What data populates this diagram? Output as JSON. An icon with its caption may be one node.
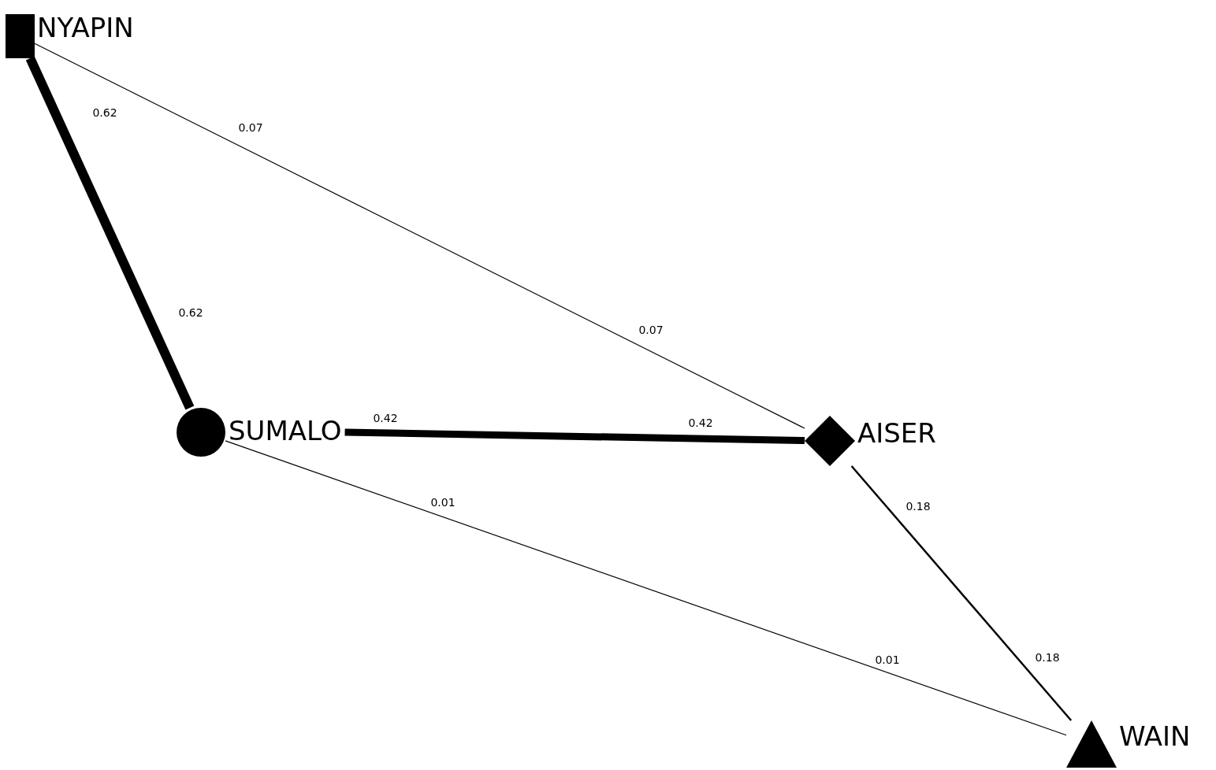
{
  "diagram": {
    "nodes": [
      {
        "text": [],
        "shape": "box",
        "beside": [
          "NYAPIN"
        ]
      },
      {
        "text": [],
        "shape": "circle",
        "beside": [
          "SUMALO"
        ]
      },
      {
        "text": [],
        "shape": "diamond",
        "beside": [
          "AISER"
        ]
      },
      {
        "text": [],
        "shape": "triangle",
        "beside": [
          "WAIN"
        ]
      }
    ],
    "edges": [
      {
        "from": 0,
        "to": 1,
        "arrow": "none",
        "label": "0.62",
        "style": "thick"
      },
      {
        "from": 0,
        "to": 2,
        "arrow": "none",
        "label": "0.07"
      },
      {
        "from": 1,
        "to": 2,
        "arrow": "none",
        "label": "0.42",
        "style": "thick"
      },
      {
        "from": 1,
        "to": 3,
        "arrow": "none",
        "label": "0.01"
      },
      {
        "from": 2,
        "to": 3,
        "arrow": "none",
        "label": "0.18"
      }
    ],
    "labels": [
      "0.62",
      "0.07",
      "0.42",
      "0.01",
      "0.18"
    ]
  }
}
